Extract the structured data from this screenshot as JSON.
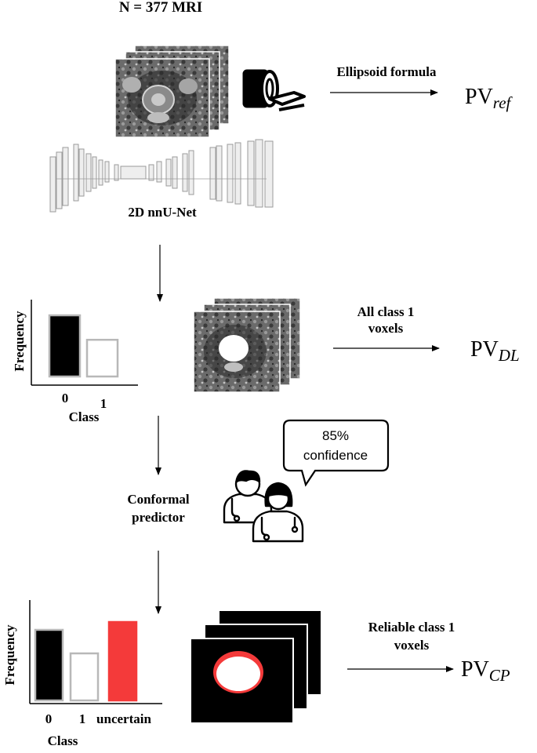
{
  "header": {
    "title": "N = 377 MRI"
  },
  "step1": {
    "arrow_label": "Ellipsoid formula",
    "output_main": "PV",
    "output_sub": "ref",
    "network_label": "2D nnU-Net"
  },
  "step2": {
    "arrow_label_line1": "All class 1",
    "arrow_label_line2": "voxels",
    "output_main": "PV",
    "output_sub": "DL"
  },
  "hist1": {
    "ylabel": "Frequency",
    "xlabel": "Class",
    "categories": [
      "0",
      "1"
    ],
    "values": [
      1.0,
      0.6
    ],
    "colors": [
      "#000000",
      "#ffffff"
    ]
  },
  "step3": {
    "predictor_line1": "Conformal",
    "predictor_line2": "predictor",
    "bubble_line1": "85%",
    "bubble_line2": "confidence"
  },
  "hist2": {
    "ylabel": "Frequency",
    "xlabel": "Class",
    "categories": [
      "0",
      "1",
      "uncertain"
    ],
    "values": [
      0.9,
      0.6,
      1.0
    ],
    "colors": [
      "#000000",
      "#ffffff",
      "#f43a3a"
    ]
  },
  "step4": {
    "arrow_label_line1": "Reliable class 1",
    "arrow_label_line2": "voxels",
    "output_main": "PV",
    "output_sub": "CP"
  },
  "colors": {
    "uncertain": "#f43a3a",
    "ink": "#000000",
    "outline": "#b8b8b8"
  }
}
